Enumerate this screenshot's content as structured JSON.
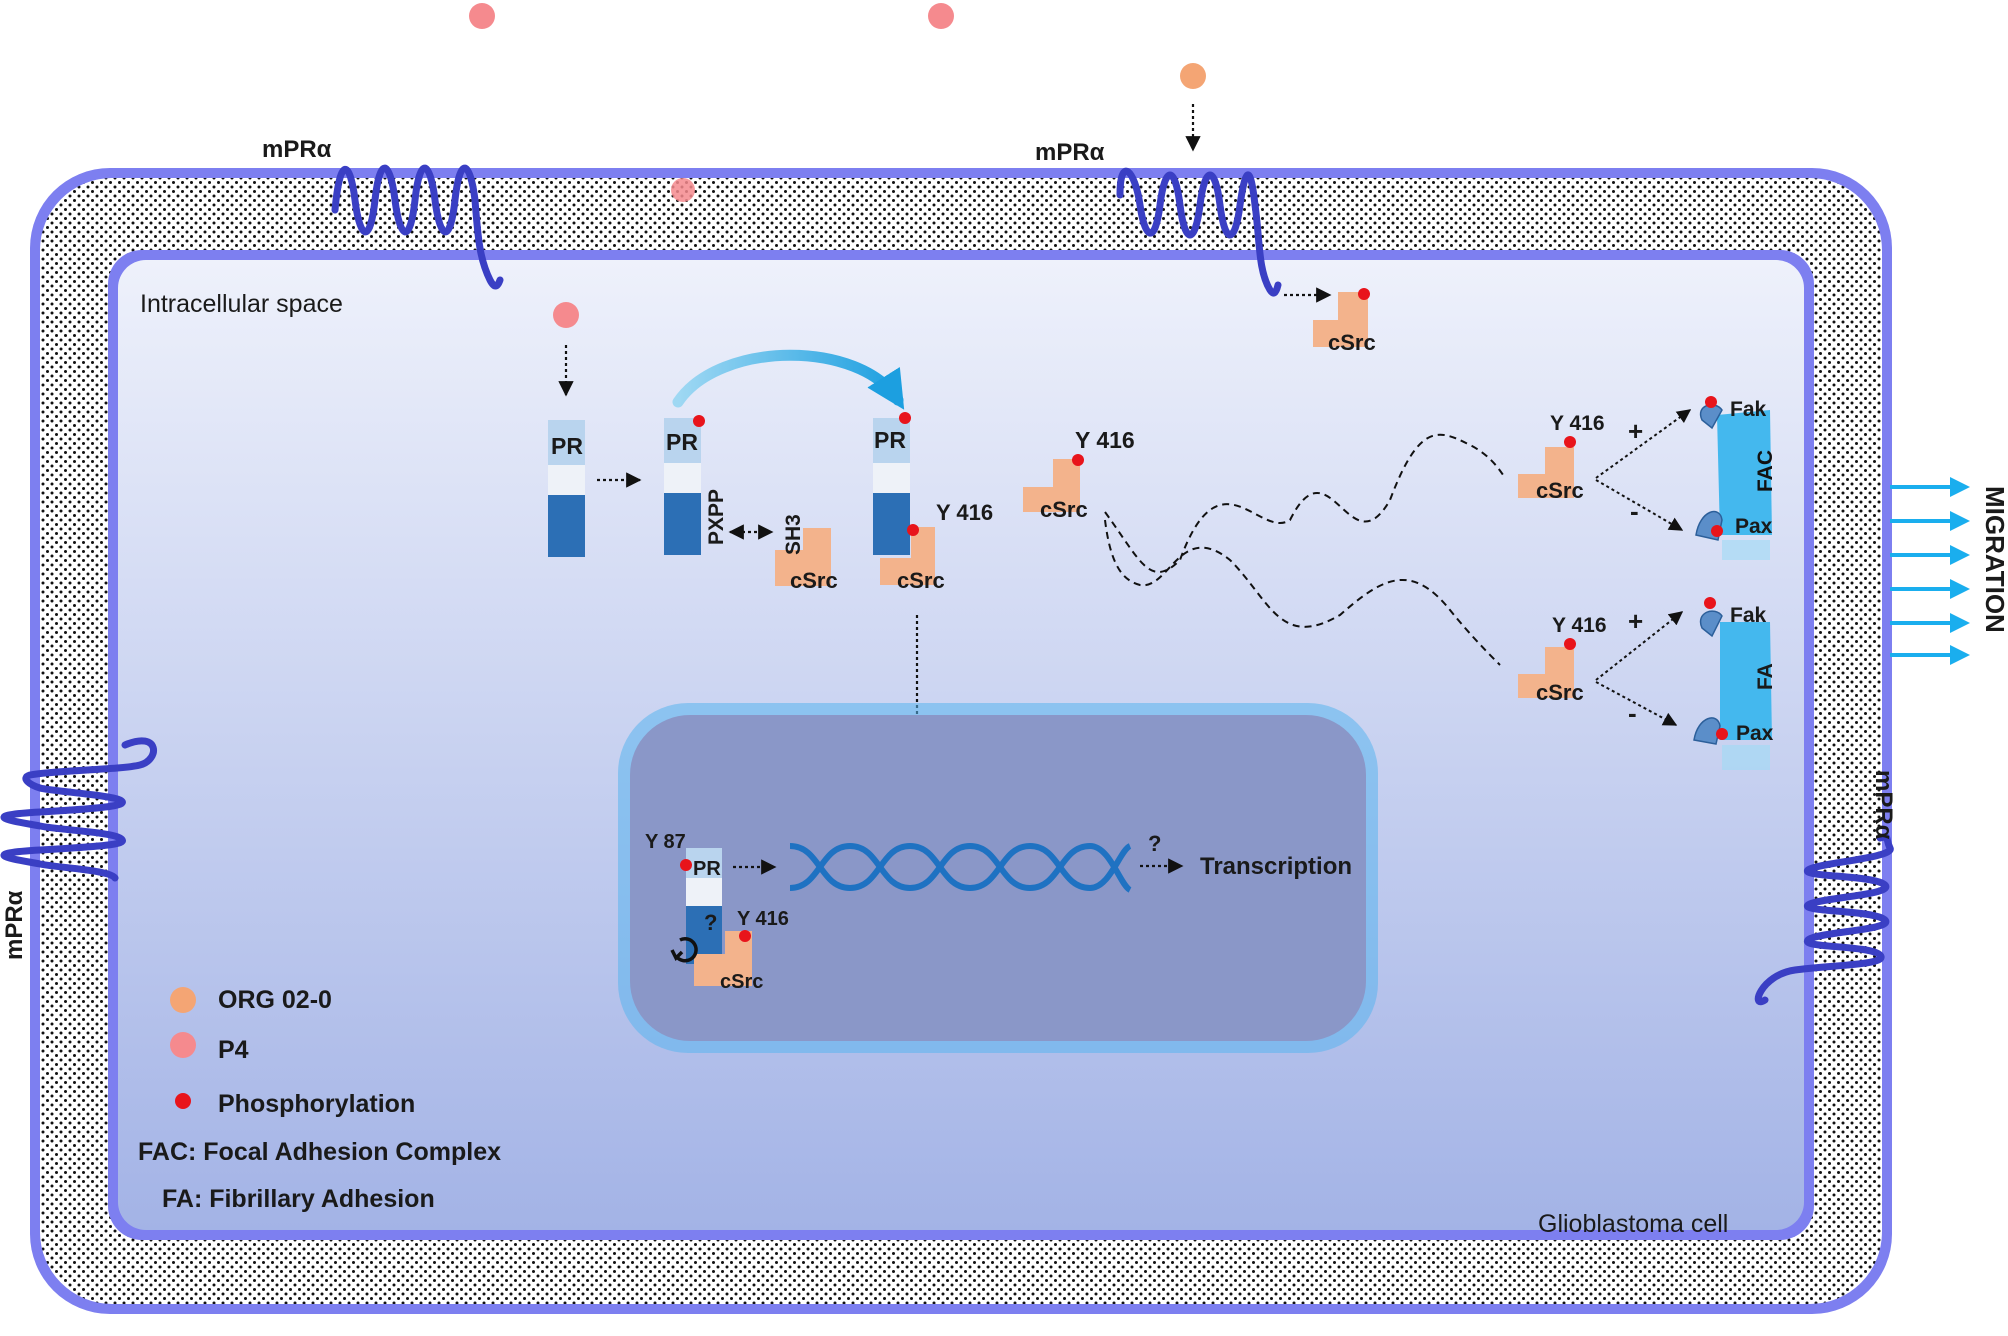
{
  "labels": {
    "mpr_top_left": "mPRα",
    "mpr_top_mid": "mPRα",
    "mpr_left": "mPRα",
    "mpr_right": "mPRα",
    "intracellular": "Intracellular space",
    "cell_type": "Glioblastoma cell",
    "migration": "MIGRATION",
    "transcription": "Transcription",
    "question": "?"
  },
  "proteins": {
    "pr": "PR",
    "csrc": "cSrc",
    "pxpp": "PXPP",
    "sh3": "SH3",
    "y416": "Y 416",
    "y87": "Y 87",
    "fak": "Fak",
    "pax": "Pax",
    "fac": "FAC",
    "fa": "FA",
    "plus": "+",
    "minus": "-"
  },
  "legend": {
    "org": "ORG 02-0",
    "p4": "P4",
    "phos": "Phosphorylation",
    "fac": "FAC: Focal Adhesion Complex",
    "fa": "FA: Fibrillary Adhesion"
  },
  "colors": {
    "membrane": "#7d7ff0",
    "receptor": "#3a3fc4",
    "org": "#f4a574",
    "p4": "#f58a8e",
    "phos": "#e8141b",
    "pr_dark": "#2c6fb5",
    "pr_light": "#b9d4ee",
    "csrc": "#f3b38c",
    "adhesion": "#44b8ee",
    "dna": "#1f72c2",
    "arrow": "#1aaeee"
  }
}
